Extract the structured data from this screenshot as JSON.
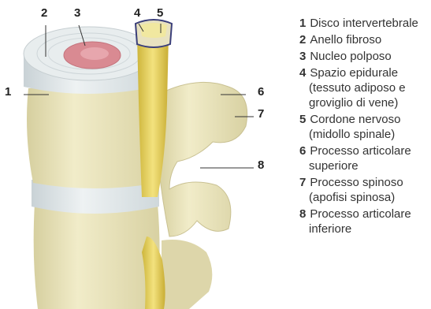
{
  "callouts": {
    "c1": "1",
    "c2": "2",
    "c3": "3",
    "c4": "4",
    "c5": "5",
    "c6": "6",
    "c7": "7",
    "c8": "8"
  },
  "legend": [
    {
      "num": "1",
      "text": "Disco intervertebrale"
    },
    {
      "num": "2",
      "text": "Anello fibroso"
    },
    {
      "num": "3",
      "text": "Nucleo polposo"
    },
    {
      "num": "4",
      "text": "Spazio epidurale (tessuto adiposo e groviglio di vene)"
    },
    {
      "num": "5",
      "text": "Cordone nervoso (midollo spinale)"
    },
    {
      "num": "6",
      "text": "Processo articolare superiore"
    },
    {
      "num": "7",
      "text": "Processo spinoso (apofisi spinosa)"
    },
    {
      "num": "8",
      "text": "Processo articolare inferiore"
    }
  ],
  "colors": {
    "bone": "#ece7bf",
    "bone_shade": "#d3cc9c",
    "disc": "#dfe6e8",
    "nucleus": "#d98a92",
    "nerve": "#e6d36a"
  }
}
